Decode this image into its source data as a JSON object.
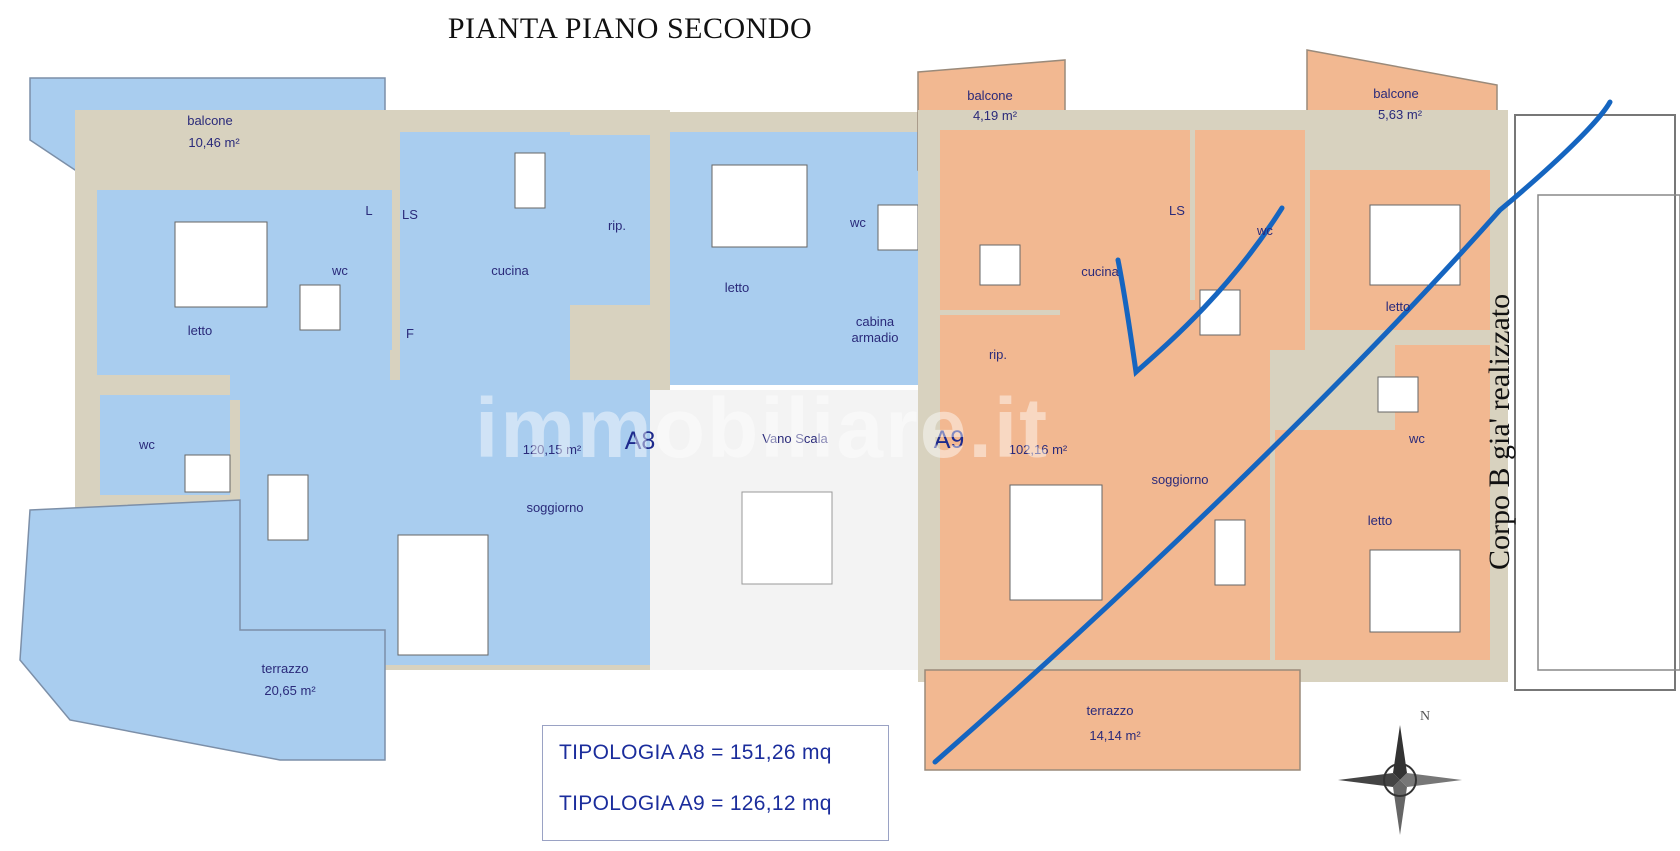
{
  "title": "PIANTA PIANO SECONDO",
  "side_label": "Corpo B gia' realizzato",
  "watermark": "immobiliare.it",
  "units": {
    "A8": "A8",
    "A9": "A9"
  },
  "areas": {
    "A8": "120,15 m²",
    "A9": "102,16 m²"
  },
  "rooms": {
    "a8_balcone": "balcone",
    "a8_balcone_area": "10,46 m²",
    "a8_wc1": "wc",
    "a8_wc2": "wc",
    "a8_letto1": "letto",
    "a8_cucina": "cucina",
    "a8_rip": "rip.",
    "a8_letto2": "letto",
    "a8_wc3": "wc",
    "a8_cabina": "cabina",
    "a8_armadio": "armadio",
    "a8_soggiorno": "soggiorno",
    "a8_terrazzo": "terrazzo",
    "a8_terrazzo_area": "20,65 m²",
    "vano_scala": "Vano Scala",
    "a9_balcone1": "balcone",
    "a9_balcone1_area": "4,19 m²",
    "a9_balcone2": "balcone",
    "a9_balcone2_area": "5,63 m²",
    "a9_cucina": "cucina",
    "a9_wc1": "wc",
    "a9_letto1": "letto",
    "a9_rip": "rip.",
    "a9_soggiorno": "soggiorno",
    "a9_wc2": "wc",
    "a9_letto2": "letto",
    "a9_terrazzo": "terrazzo",
    "a9_terrazzo_area": "14,14 m²",
    "ls1": "LS",
    "ls2": "LS",
    "frigo": "F",
    "lav": "L"
  },
  "legend": {
    "line1": "TIPOLOGIA  A8 = 151,26 mq",
    "line2": "TIPOLOGIA  A9 = 126,12 mq"
  },
  "compass": {
    "north": "N"
  },
  "colors": {
    "a8_fill": "#a9cdef",
    "a9_fill": "#f2b891",
    "wall": "#d8d2bf",
    "ink": "#1e2a8c",
    "pen": "#1565c0"
  }
}
